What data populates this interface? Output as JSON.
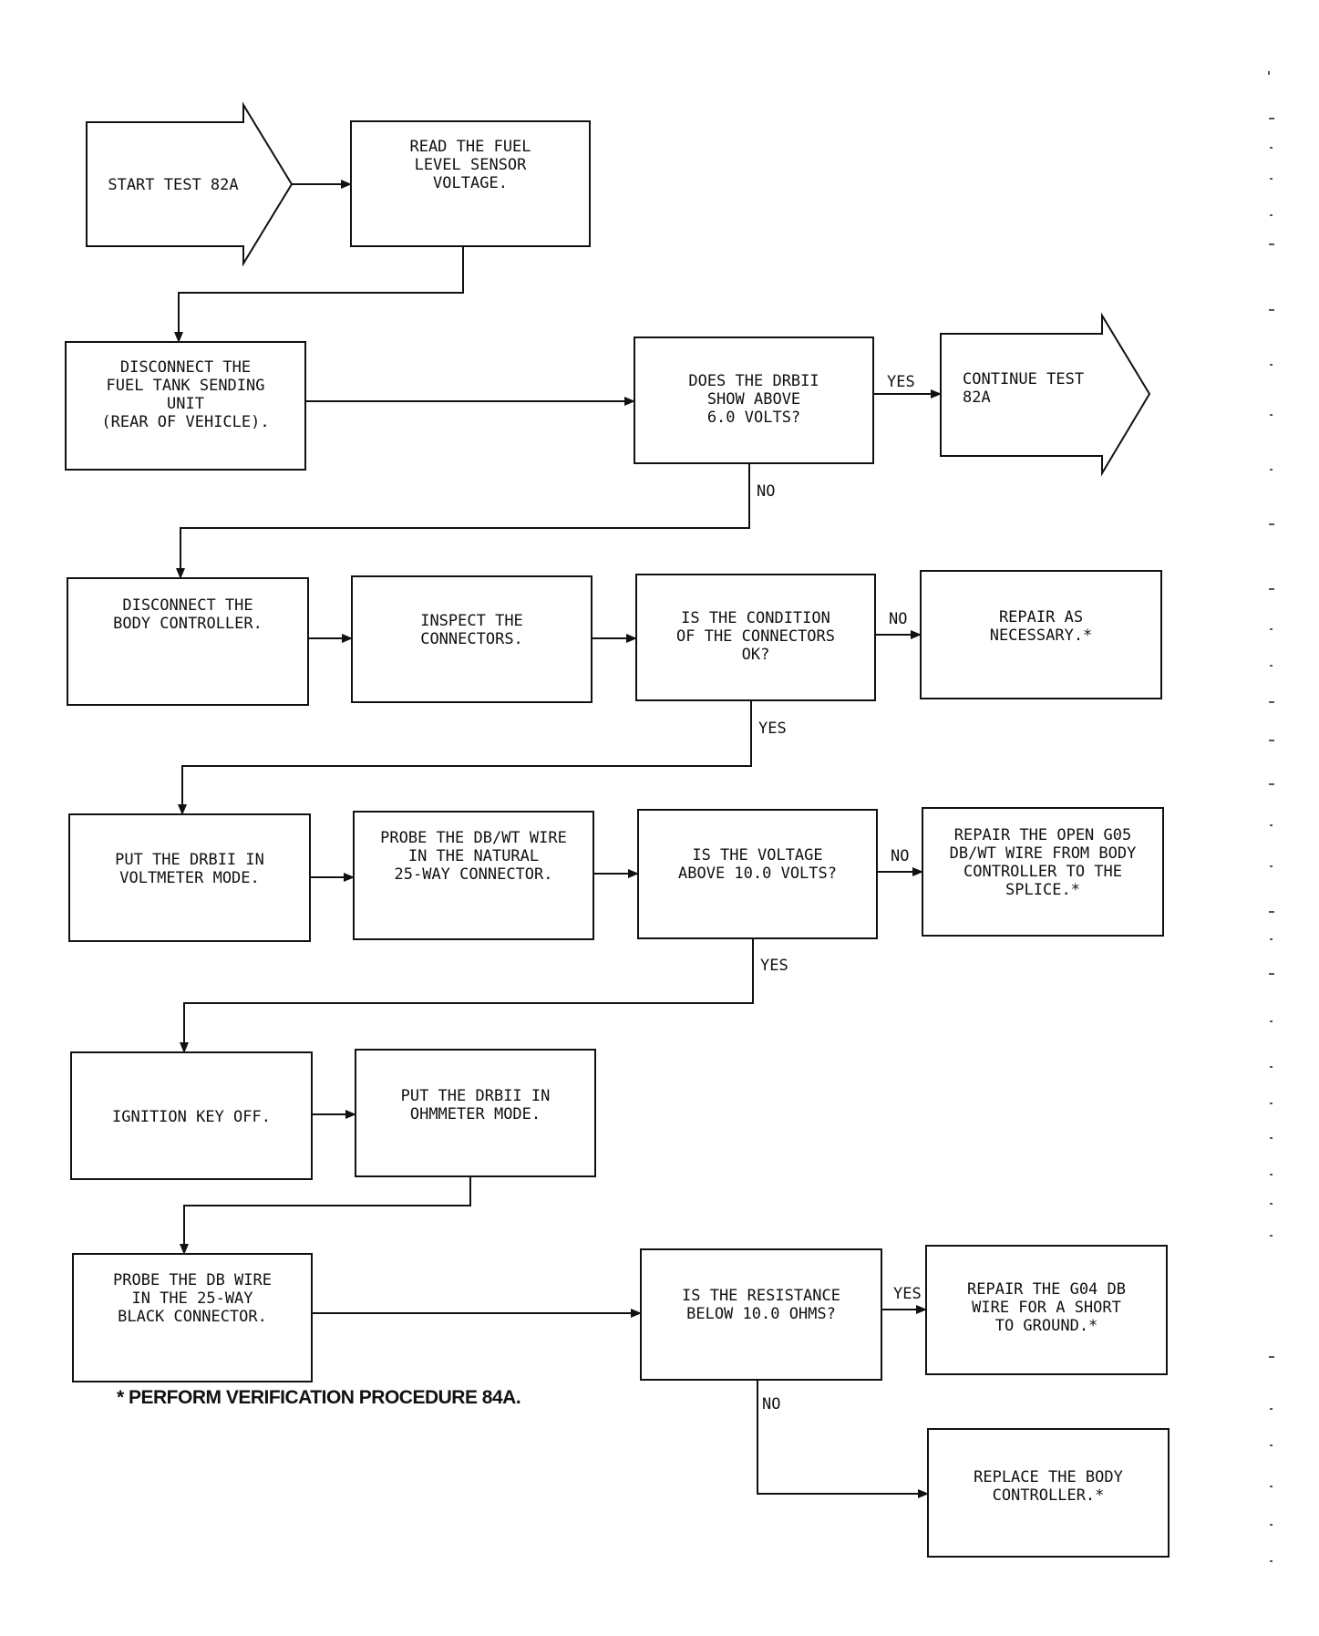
{
  "start": {
    "label": "START TEST 82A"
  },
  "continue": {
    "label": [
      "CONTINUE TEST",
      "82A"
    ]
  },
  "boxes": {
    "read_voltage": [
      "READ THE FUEL",
      "LEVEL SENSOR",
      "VOLTAGE."
    ],
    "disconnect_sending_unit": [
      "DISCONNECT THE",
      "FUEL TANK SENDING",
      "UNIT",
      "(REAR OF VEHICLE)."
    ],
    "q_above_6": [
      "DOES THE DRBII",
      "SHOW ABOVE",
      "6.0 VOLTS?"
    ],
    "disconnect_body_controller": [
      "DISCONNECT THE",
      "BODY CONTROLLER."
    ],
    "inspect_connectors": [
      "INSPECT THE",
      "CONNECTORS."
    ],
    "q_connectors_ok": [
      "IS THE CONDITION",
      "OF THE CONNECTORS",
      "OK?"
    ],
    "repair_as_necessary": [
      "REPAIR AS",
      "NECESSARY.*"
    ],
    "voltmeter_mode": [
      "PUT THE DRBII IN",
      "VOLTMETER MODE."
    ],
    "probe_db_wt": [
      "PROBE THE DB/WT WIRE",
      "IN THE NATURAL",
      "25-WAY CONNECTOR."
    ],
    "q_above_10": [
      "IS THE VOLTAGE",
      "ABOVE 10.0 VOLTS?"
    ],
    "repair_open_g05": [
      "REPAIR THE OPEN G05",
      "DB/WT WIRE FROM BODY",
      "CONTROLLER TO THE",
      "SPLICE.*"
    ],
    "ignition_off": [
      "IGNITION KEY OFF."
    ],
    "ohmmeter_mode": [
      "PUT THE DRBII IN",
      "OHMMETER MODE."
    ],
    "probe_db_wire": [
      "PROBE THE DB WIRE",
      "IN THE 25-WAY",
      "BLACK CONNECTOR."
    ],
    "q_resistance": [
      "IS THE RESISTANCE",
      "BELOW 10.0 OHMS?"
    ],
    "repair_g04_short": [
      "REPAIR THE G04 DB",
      "WIRE FOR A SHORT",
      "TO GROUND.*"
    ],
    "replace_body_controller": [
      "REPLACE THE BODY",
      "CONTROLLER.*"
    ]
  },
  "labels": {
    "yes_1": "YES",
    "no_1": "NO",
    "no_2": "NO",
    "yes_2": "YES",
    "no_3": "NO",
    "yes_3": "YES",
    "yes_4": "YES",
    "no_4": "NO"
  },
  "footnote": "* PERFORM VERIFICATION PROCEDURE 84A."
}
